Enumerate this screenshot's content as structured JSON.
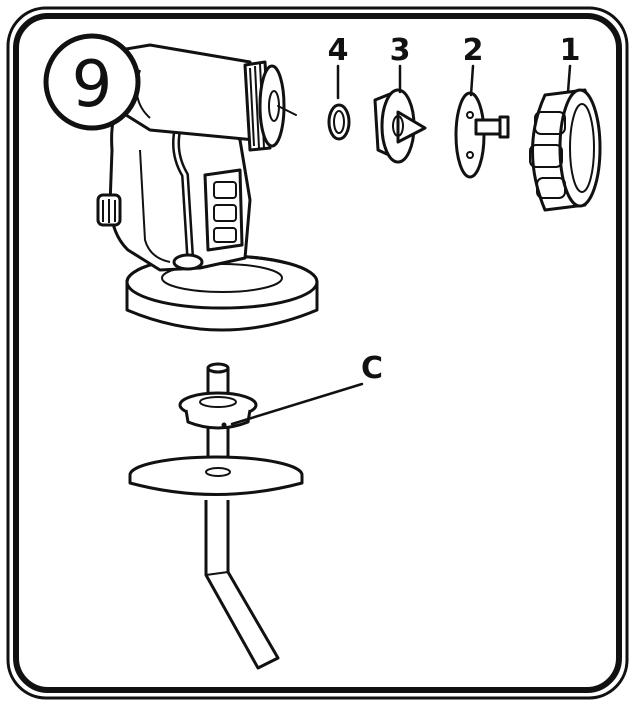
{
  "step": {
    "number": "9"
  },
  "parts": [
    {
      "label": "4"
    },
    {
      "label": "3"
    },
    {
      "label": "2"
    },
    {
      "label": "1"
    }
  ],
  "callout": {
    "label": "C"
  }
}
